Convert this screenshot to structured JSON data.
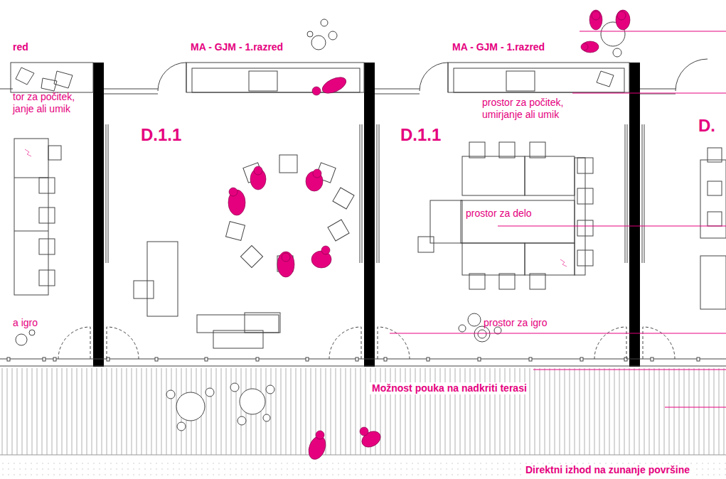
{
  "diagram": {
    "labels": [
      "red",
      "MA - GJM - 1.razred",
      "MA - GJM - 1.razred",
      "tor za počitek, janje ali umik",
      "D.1.1",
      "D.1.1",
      "prostor za počitek, umirjanje ali umik",
      "D.",
      "prostor za delo",
      "a igro",
      "prostor za igro",
      "Možnost pouka na nadkriti terasi",
      "Direktni izhod na zunanje površine"
    ]
  }
}
